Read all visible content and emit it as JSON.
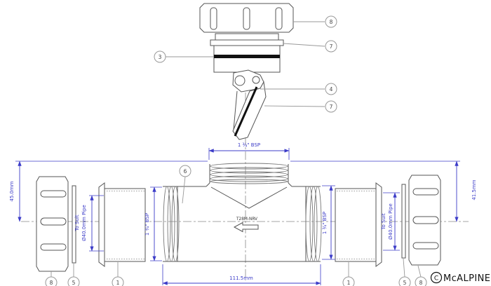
{
  "product": {
    "code": "T28M-NRV"
  },
  "brand": {
    "symbol": "C",
    "name": "McALPINE"
  },
  "dims": {
    "top_bsp": "1 ¾\" BSP",
    "left_height": "45.0mm",
    "right_height": "41.5mm",
    "suit_line1": "To Suit",
    "suit_line2": "Ø40.0mm Pipe",
    "left_bsp": "1 ¾\" BSP",
    "right_bsp": "1 ¾\" BSP",
    "overall_length": "111.5mm"
  },
  "callouts": {
    "top_nut": "8",
    "top_plug": "7",
    "oring": "3",
    "flap_bracket": "4",
    "flap_seal": "7",
    "body_washer": "6",
    "left_nut": "8",
    "left_washer": "5",
    "left_tail": "1",
    "right_tail": "1",
    "right_washer": "5",
    "right_nut": "8"
  },
  "colors": {
    "dimension_blue": "#3c3cc8",
    "line_gray": "#555555",
    "seal_black": "#111111"
  }
}
